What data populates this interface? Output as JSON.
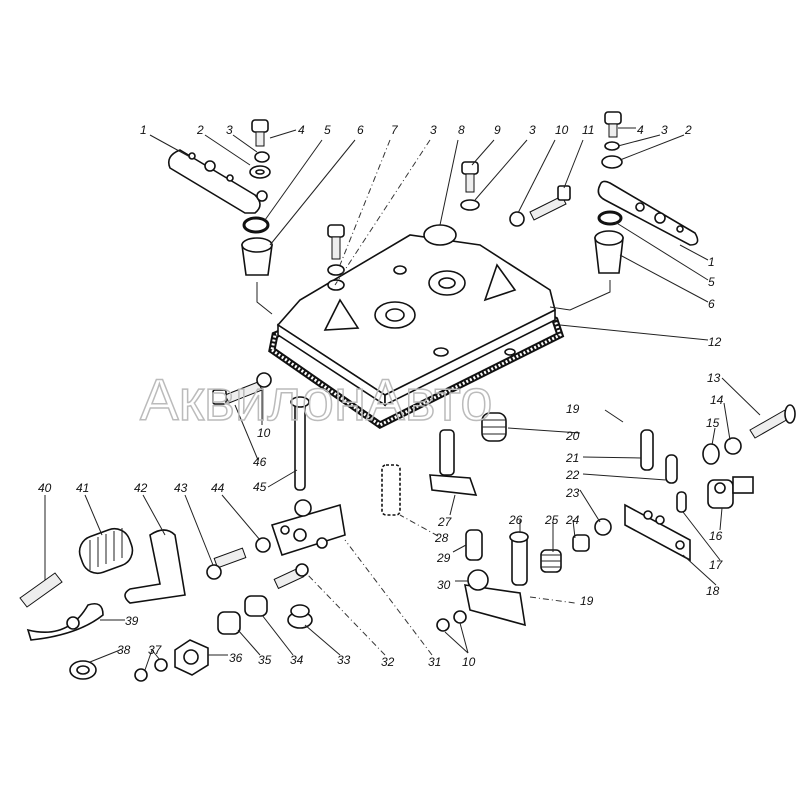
{
  "watermark": "АквилонАвто",
  "labels": [
    "1",
    "2",
    "3",
    "4",
    "5",
    "6",
    "7",
    "3",
    "8",
    "9",
    "3",
    "10",
    "11",
    "4",
    "3",
    "2",
    "1",
    "5",
    "6",
    "12",
    "13",
    "14",
    "15",
    "16",
    "17",
    "18",
    "19",
    "20",
    "21",
    "22",
    "23",
    "24",
    "25",
    "26",
    "27",
    "28",
    "29",
    "30",
    "19",
    "10",
    "31",
    "32",
    "33",
    "34",
    "35",
    "36",
    "37",
    "38",
    "39",
    "40",
    "41",
    "42",
    "43",
    "44",
    "45",
    "46",
    "10"
  ]
}
